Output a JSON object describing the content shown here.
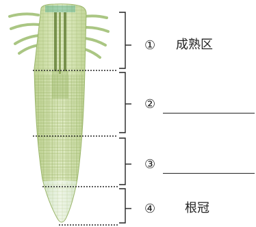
{
  "zones": [
    {
      "marker": "①",
      "text": "成熟区"
    },
    {
      "marker": "②",
      "text": ""
    },
    {
      "marker": "③",
      "text": ""
    },
    {
      "marker": "④",
      "text": "根冠"
    }
  ],
  "colors": {
    "tissue": "#cfe0a6",
    "tissue_dark": "#a9c27a",
    "cap": "#e4efd2",
    "line": "#222222"
  }
}
